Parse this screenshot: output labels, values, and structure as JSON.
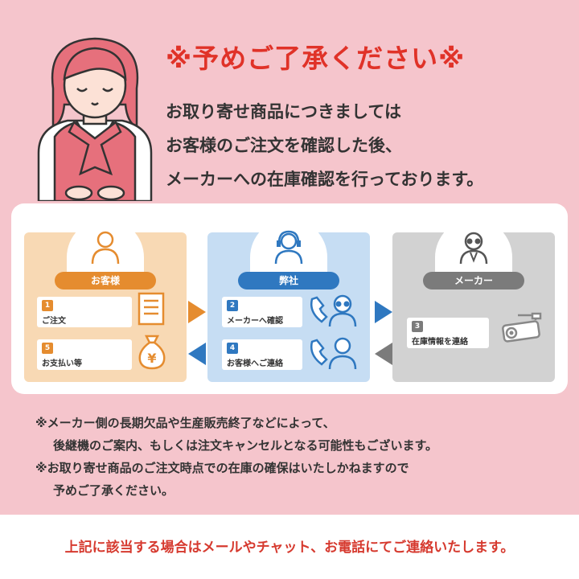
{
  "header": {
    "title": "※予めご了承ください※",
    "intro_lines": [
      "お取り寄せ商品につきましては",
      "お客様のご注文を確認した後、",
      "メーカーへの在庫確認を行っております。"
    ]
  },
  "flow": {
    "customer": {
      "label": "お客様",
      "steps": [
        {
          "num": "1",
          "label": "ご注文"
        },
        {
          "num": "5",
          "label": "お支払い等"
        }
      ]
    },
    "company": {
      "label": "弊社",
      "steps": [
        {
          "num": "2",
          "label": "メーカーへ確認"
        },
        {
          "num": "4",
          "label": "お客様へご連絡"
        }
      ]
    },
    "maker": {
      "label": "メーカー",
      "steps": [
        {
          "num": "3",
          "label": "在庫情報を連絡"
        }
      ]
    }
  },
  "notes": [
    "※メーカー側の長期欠品や生産販売終了などによって、",
    "後継機のご案内、もしくは注文キャンセルとなる可能性もございます。",
    "※お取り寄せ商品のご注文時点での在庫の確保はいたしかねますので",
    "予めご了承ください。"
  ],
  "footer": {
    "text": "上記に該当する場合はメールやチャット、お電話にてご連絡いたします。"
  },
  "colors": {
    "background": "#f5c5cc",
    "title": "#e03228",
    "customer": "#e58c2f",
    "company": "#2f78c0",
    "maker": "#7b7b7b"
  }
}
